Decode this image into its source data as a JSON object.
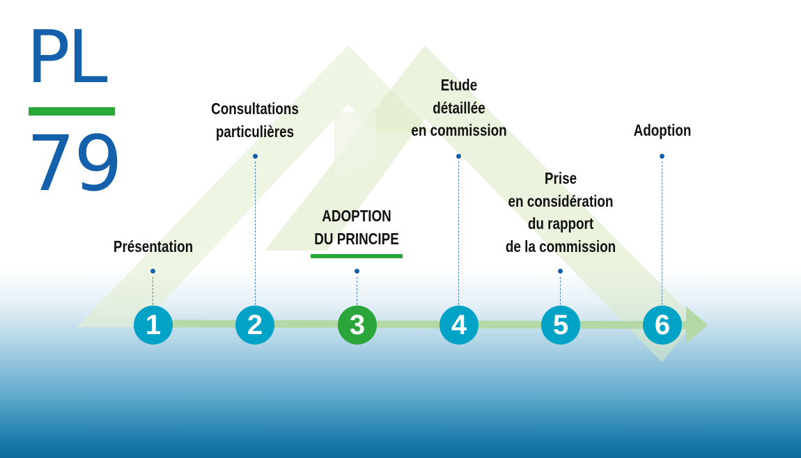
{
  "logo": {
    "prefix": "PL",
    "number": "79"
  },
  "steps": [
    {
      "number": "1",
      "lines": [
        "Présentation"
      ]
    },
    {
      "number": "2",
      "lines": [
        "Consultations",
        "particulières"
      ]
    },
    {
      "number": "3",
      "lines": [
        "ADOPTION",
        "DU PRINCIPE"
      ],
      "current": true
    },
    {
      "number": "4",
      "lines": [
        "Etude",
        "détaillée",
        "en commission"
      ]
    },
    {
      "number": "5",
      "lines": [
        "Prise",
        "en considération",
        "du rapport",
        "de la commission"
      ]
    },
    {
      "number": "6",
      "lines": [
        "Adoption"
      ]
    }
  ],
  "colors": {
    "blue": "#1560aa",
    "teal": "#00a3c6",
    "green": "#2aa63a"
  }
}
